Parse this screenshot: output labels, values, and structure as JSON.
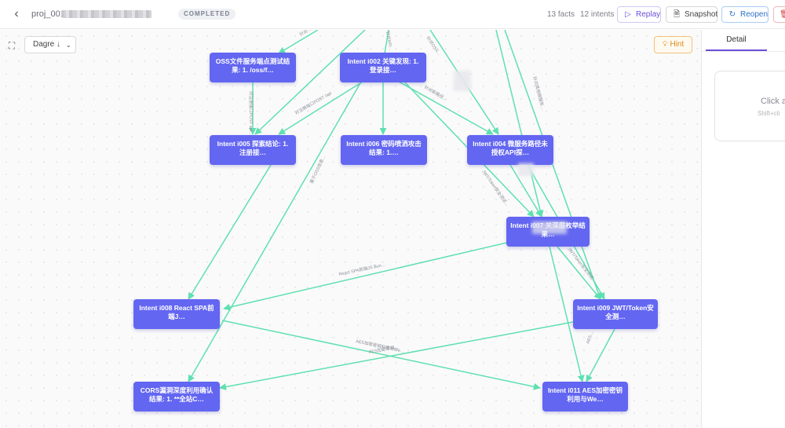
{
  "header": {
    "back_icon": "chevron-left-icon",
    "project_id": "proj_001",
    "status": "COMPLETED",
    "facts": "13 facts",
    "intents": "12 intents",
    "replay_label": "Replay",
    "snapshot_label": "Snapshot",
    "reopen_label": "Reopen",
    "accent_color": "#6b4fd8"
  },
  "toolbar": {
    "fit_icon": "fullscreen-icon",
    "layout_value": "Dagre ↓",
    "hint_label": "Hint"
  },
  "graph": {
    "node_color": "#6366f1",
    "edge_color": "#5fe0b0",
    "nodes": [
      {
        "id": "oss",
        "label": "OSS文件服务端点测试结果: 1. /oss/f…"
      },
      {
        "id": "i002",
        "label": "Intent i002 关键发现: 1. 登录接…"
      },
      {
        "id": "i005",
        "label": "Intent i005 探索结论: 1. 注册接…"
      },
      {
        "id": "i006",
        "label": "Intent i006 密码喷洒攻击结果: 1.…"
      },
      {
        "id": "i004",
        "label": "Intent i004 微服务路径未授权API探…"
      },
      {
        "id": "i007",
        "label": "Intent i007 关深层枚举结果…"
      },
      {
        "id": "i008",
        "label": "Intent i008 React SPA前端J…"
      },
      {
        "id": "i009",
        "label": "Intent i009 JWT/Token安全测…"
      },
      {
        "id": "cors",
        "label": "CORS漏洞深度利用确认结果: 1. **全站C…"
      },
      {
        "id": "i011",
        "label": "Intent i011 AES加密密钥利用与We…"
      }
    ],
    "edge_labels": [
      {
        "text": "针对…"
      },
      {
        "text": "对注册接口POST api…"
      },
      {
        "text": "针对API…"
      },
      {
        "text": "针对OSS…"
      },
      {
        "text": "对注册接口POST /api"
      },
      {
        "text": "针对新路径…"
      },
      {
        "text": "针对其他微服务…"
      },
      {
        "text": "基于OSS信息…"
      },
      {
        "text": "JWT/Token安全测试…"
      },
      {
        "text": "React SPA前端JS Bun…"
      },
      {
        "text": "JWT/Token安全测试…"
      },
      {
        "text": "AES加密密钥利用与We…"
      },
      {
        "text": "AES加密密钥…"
      },
      {
        "text": "AES…"
      }
    ]
  },
  "panel": {
    "tab_label": "Detail",
    "placeholder_title": "Click a",
    "placeholder_sub": "Shift+cli"
  }
}
